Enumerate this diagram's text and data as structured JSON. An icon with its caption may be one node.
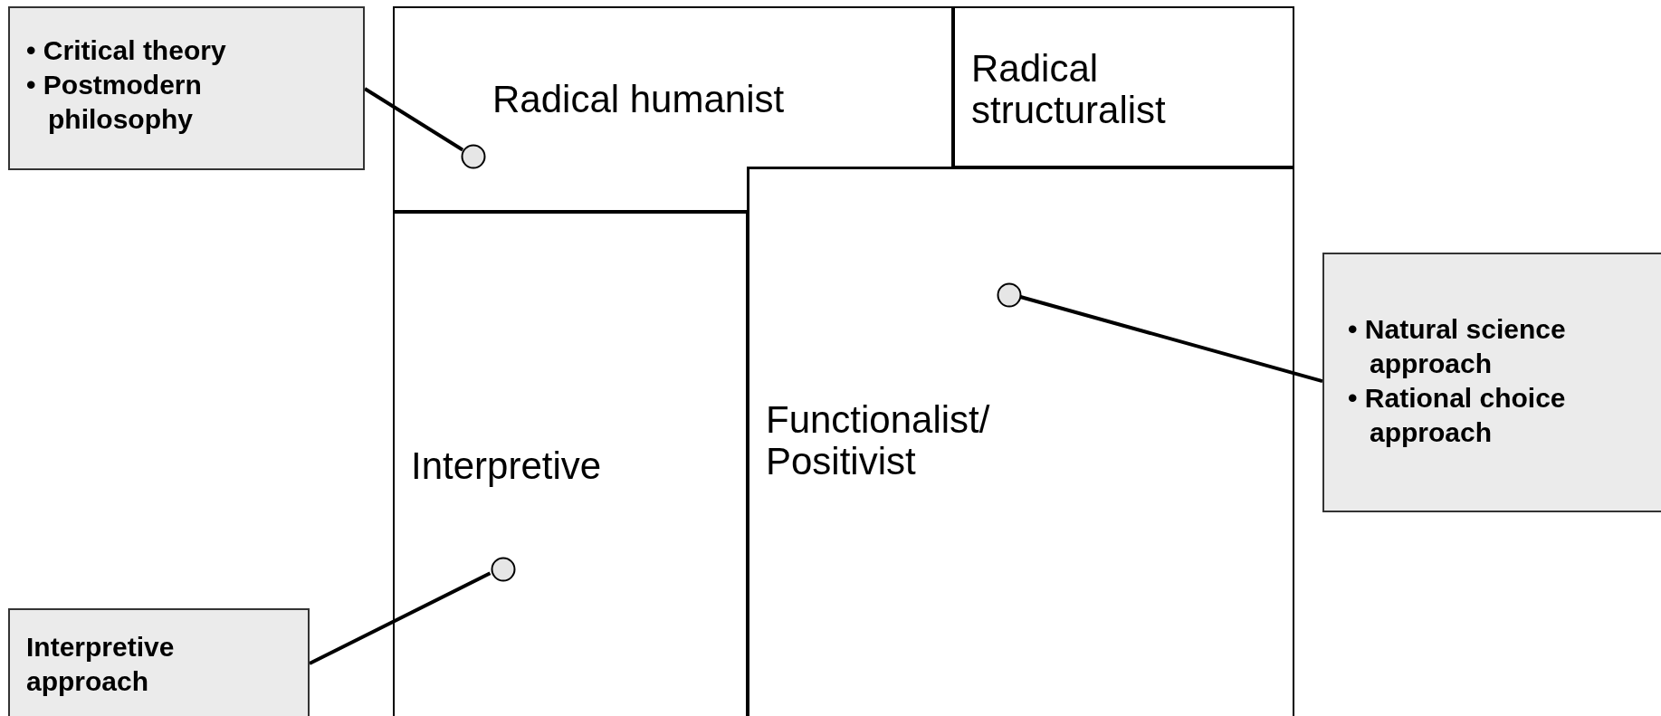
{
  "diagram": {
    "nodes": [
      {
        "text": [
          "Radical humanist"
        ]
      },
      {
        "text": [
          "Radical structuralist"
        ]
      },
      {
        "text": [
          "Interpretive"
        ]
      },
      {
        "text": [
          "Functionalist/ Positivist"
        ]
      },
      {
        "text": [],
        "shape": "circle",
        "in": 0
      },
      {
        "text": [],
        "shape": "circle",
        "in": 3
      },
      {
        "text": [],
        "shape": "circle",
        "in": 2
      },
      {
        "text": [
          "• Critical theory",
          "• Postmodern philosophy"
        ]
      },
      {
        "text": [
          "• Natural science approach",
          "• Rational choice approach"
        ]
      },
      {
        "text": [
          "Interpretive approach"
        ]
      }
    ],
    "edges": [
      {
        "from": 7,
        "to": 4,
        "arrow": "none"
      },
      {
        "from": 8,
        "to": 5,
        "arrow": "none"
      },
      {
        "from": 9,
        "to": 6,
        "arrow": "none"
      }
    ]
  }
}
